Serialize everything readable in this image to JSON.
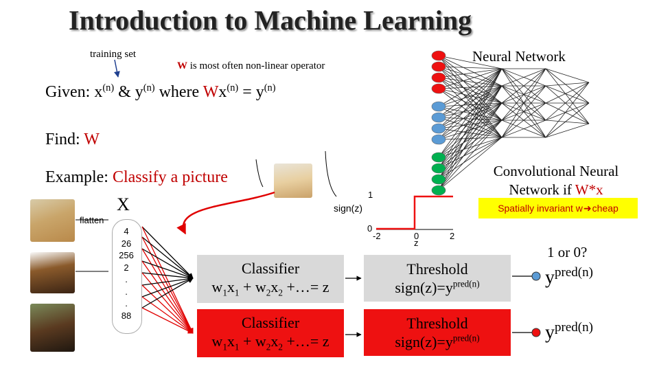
{
  "title": "Introduction to Machine Learning",
  "training_set_label": "training set",
  "nonlinear_note": {
    "w": "W",
    "rest": " is most often non-linear operator"
  },
  "given": {
    "prefix": "Given: x",
    "n1": "(n)",
    "mid": " & y",
    "n2": "(n)",
    "where": " where ",
    "w": "W",
    "x": "x",
    "n3": "(n)",
    "eq": " = y",
    "n4": "(n)"
  },
  "find": {
    "prefix": "Find: ",
    "w": "W"
  },
  "example": {
    "prefix": "Example: ",
    "task": "Classify a picture"
  },
  "x_label": "X",
  "flatten_label": "flatten",
  "vector_values": [
    "4",
    "26",
    "256",
    "2",
    ".",
    ".",
    ".",
    "88"
  ],
  "neural_network_label": "Neural Network",
  "cnn_label": {
    "line1": "Convolutional Neural",
    "line2_prefix": "Network if ",
    "line2_red": "W*x"
  },
  "spatial_note": {
    "prefix": "Spatially invariant w",
    "suffix": "cheap"
  },
  "sign_plot": {
    "ylabel": "sign(z)",
    "y_top": "1",
    "y_bottom": "0",
    "x_left": "-2",
    "x_mid": "0",
    "x_right": "2",
    "xlabel": "z"
  },
  "classifier_box": {
    "title": "Classifier",
    "eq_w1": "w",
    "eq_1": "1",
    "eq_x1": "x",
    "eq_1b": "1",
    "eq_plus": " + w",
    "eq_2": "2",
    "eq_x2": "x",
    "eq_2b": "2",
    "eq_tail": " +…= z"
  },
  "threshold_box": {
    "title": "Threshold",
    "eq": "sign(z)=y",
    "sup": "pred(n)"
  },
  "output_question": "1 or 0?",
  "output_y": "y",
  "output_sup": "pred(n)",
  "nn_layers": [
    {
      "colors": [
        "#ee1111",
        "#ee1111",
        "#ee1111",
        "#ee1111"
      ]
    },
    {
      "colors": [
        "#5b9bd5",
        "#5b9bd5",
        "#5b9bd5",
        "#5b9bd5"
      ]
    },
    {
      "colors": [
        "#00b050",
        "#00b050",
        "#00b050",
        "#00b050"
      ]
    }
  ],
  "colors": {
    "accent_red": "#c00000",
    "box_red": "#ee1111",
    "box_gray": "#d9d9d9",
    "yellow": "#ffff00",
    "plot_red": "#ee1111"
  }
}
